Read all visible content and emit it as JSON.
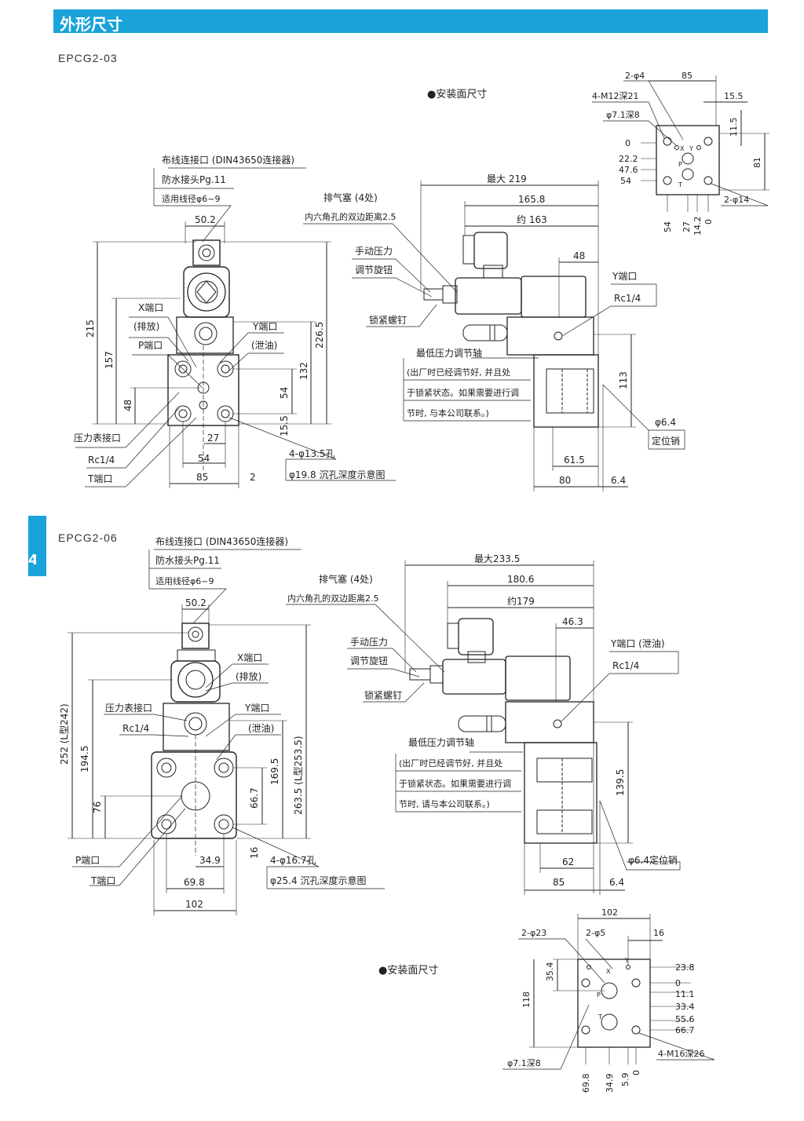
{
  "header": {
    "title": "外形尺寸"
  },
  "side_tab": {
    "number": "4"
  },
  "section1": {
    "model": "EPCG2-03",
    "mount_title": "●安装面尺寸",
    "front": {
      "wiring": "布线连接口 (DIN43650连接器)",
      "waterproof": "防水接头Pg.11",
      "cable": "适用线径φ6~9",
      "d50_2": "50.2",
      "x_port": "X端口",
      "drain": "(排放)",
      "p_port": "P端口",
      "y_port": "Y端口",
      "oil": "(泄油)",
      "d215": "215",
      "d157": "157",
      "d48": "48",
      "d226_5": "226.5",
      "d132": "132",
      "d54v": "54",
      "d15_5": "15.5",
      "gauge": "压力表接口",
      "rc": "Rc1/4",
      "t_port": "T端口",
      "d27": "27",
      "d54": "54",
      "d85": "85",
      "d2": "2",
      "holes": "4-φ13.5孔",
      "cbore": "φ19.8 沉孔深度示意图"
    },
    "side": {
      "max": "最大 219",
      "d165_8": "165.8",
      "approx": "约 163",
      "vent": "排气塞 (4处)",
      "hex": "内六角孔的双边距离2.5",
      "manual1": "手动压力",
      "manual2": "调节旋钮",
      "lock": "锁紧螺钉",
      "d48": "48",
      "y_port": "Y端口",
      "rc": "Rc1/4",
      "min_shaft": "最低压力调节轴",
      "note1": "(出厂时已经调节好, 并且处",
      "note2": "于锁紧状态。如果需要进行调",
      "note3": "节时, 与本公司联系。)",
      "d113": "113",
      "d6_4": "φ6.4",
      "pin": "定位销",
      "d61_5": "61.5",
      "d80": "80",
      "d6_4h": "6.4"
    },
    "mount": {
      "d2phi4": "2-φ4",
      "d85": "85",
      "m12": "4-M12深21",
      "d15_5": "15.5",
      "d7_1": "φ7.1深8",
      "d11_5": "11.5",
      "d0": "0",
      "d22_2": "22.2",
      "d47_6": "47.6",
      "d54": "54",
      "d81": "81",
      "d2phi14": "2-φ14",
      "b54": "54",
      "b27": "27",
      "b14_2": "14.2",
      "b0": "0",
      "lx": "X",
      "ly": "Y",
      "lp": "P",
      "lt": "T"
    }
  },
  "section2": {
    "model": "EPCG2-06",
    "mount_title": "●安装面尺寸",
    "front": {
      "wiring": "布线连接口 (DIN43650连接器)",
      "waterproof": "防水接头Pg.11",
      "cable": "适用线径φ6~9",
      "d50_2": "50.2",
      "x_port": "X端口",
      "drain": "(排放)",
      "gauge": "压力表接口",
      "rc": "Rc1/4",
      "y_port": "Y端口",
      "oil": "(泄油)",
      "d252": "252 (L型242)",
      "d194_5": "194.5",
      "d76": "76",
      "d263_5": "263.5 (L型253.5)",
      "d169_5": "169.5",
      "d66_7": "66.7",
      "d16": "16",
      "p_port": "P端口",
      "t_port": "T端口",
      "d34_9": "34.9",
      "d69_8": "69.8",
      "d102": "102",
      "holes": "4-φ16.7孔",
      "cbore": "φ25.4 沉孔深度示意图"
    },
    "side": {
      "max": "最大233.5",
      "d180_6": "180.6",
      "approx": "约179",
      "vent": "排气塞 (4处)",
      "hex": "内六角孔的双边距离2.5",
      "manual1": "手动压力",
      "manual2": "调节旋钮",
      "lock": "锁紧螺钉",
      "d46_3": "46.3",
      "y_port": "Y端口 (泄油)",
      "rc": "Rc1/4",
      "min_shaft": "最低压力调节轴",
      "note1": "(出厂时已经调节好, 并且处",
      "note2": "于锁紧状态。如果需要进行调",
      "note3": "节时, 请与本公司联系。)",
      "d139_5": "139.5",
      "pin": "φ6.4定位销",
      "d62": "62",
      "d85": "85",
      "d6_4": "6.4"
    },
    "mount": {
      "d102": "102",
      "d2phi23": "2-φ23",
      "d2phi5": "2-φ5",
      "d16": "16",
      "d35_4": "35.4",
      "d118": "118",
      "r23_8": "23.8",
      "r0": "0",
      "r11_1": "11.1",
      "r33_4": "33.4",
      "r55_6": "55.6",
      "r66_7": "66.7",
      "m16": "4-M16深26",
      "d7_1": "φ7.1深8",
      "b69_8": "69.8",
      "b34_9": "34.9",
      "b5_9": "5.9",
      "b0": "0",
      "lx": "X",
      "ly": "Y",
      "lp": "P",
      "lt": "T"
    }
  }
}
